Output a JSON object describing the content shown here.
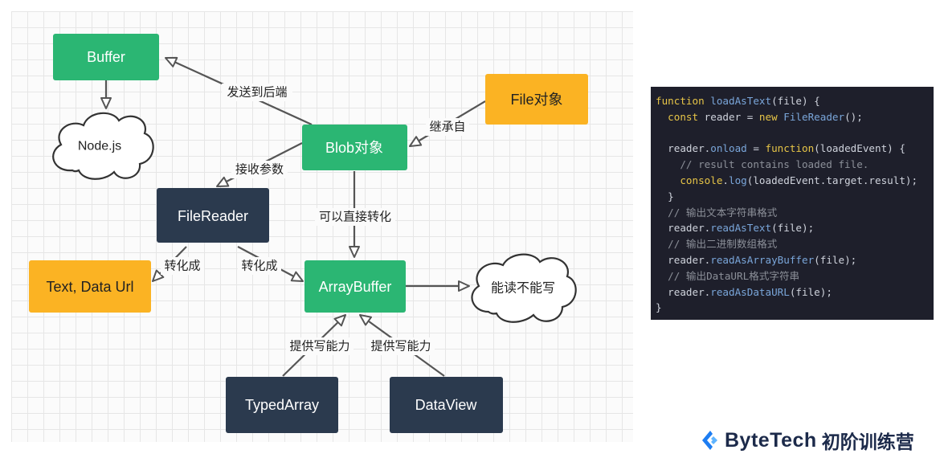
{
  "diagram": {
    "nodes": {
      "buffer": "Buffer",
      "nodejs": "Node.js",
      "file": "File对象",
      "blob": "Blob对象",
      "filereader": "FileReader",
      "text_dataurl": "Text, Data Url",
      "arraybuffer": "ArrayBuffer",
      "readonly": "能读不能写",
      "typedarray": "TypedArray",
      "dataview": "DataView"
    },
    "edges": {
      "blob_to_buffer": "发送到后端",
      "file_to_blob": "继承自",
      "blob_to_filereader": "接收参数",
      "blob_to_arraybuffer": "可以直接转化",
      "filereader_to_text": "转化成",
      "filereader_to_arraybuffer": "转化成",
      "typedarray_to_arraybuffer": "提供写能力",
      "dataview_to_arraybuffer": "提供写能力"
    },
    "colors": {
      "green": "#2bb673",
      "navy": "#2b3a4e",
      "orange": "#fbb323",
      "arrow": "#555555"
    }
  },
  "code": {
    "lines": [
      [
        {
          "t": "kw",
          "v": "function "
        },
        {
          "t": "fn",
          "v": "loadAsText"
        },
        {
          "t": "id",
          "v": "(file) {"
        }
      ],
      [
        {
          "t": "id",
          "v": "  "
        },
        {
          "t": "kw",
          "v": "const "
        },
        {
          "t": "id",
          "v": "reader = "
        },
        {
          "t": "kw",
          "v": "new "
        },
        {
          "t": "fn",
          "v": "FileReader"
        },
        {
          "t": "id",
          "v": "();"
        }
      ],
      [
        {
          "t": "id",
          "v": " "
        }
      ],
      [
        {
          "t": "id",
          "v": "  reader."
        },
        {
          "t": "fn",
          "v": "onload"
        },
        {
          "t": "id",
          "v": " = "
        },
        {
          "t": "kw",
          "v": "function"
        },
        {
          "t": "id",
          "v": "(loadedEvent) {"
        }
      ],
      [
        {
          "t": "cm",
          "v": "    // result contains loaded file."
        }
      ],
      [
        {
          "t": "id",
          "v": "    "
        },
        {
          "t": "kw",
          "v": "console"
        },
        {
          "t": "id",
          "v": "."
        },
        {
          "t": "fn",
          "v": "log"
        },
        {
          "t": "id",
          "v": "(loadedEvent.target.result);"
        }
      ],
      [
        {
          "t": "id",
          "v": "  }"
        }
      ],
      [
        {
          "t": "cm",
          "v": "  // 输出文本字符串格式"
        }
      ],
      [
        {
          "t": "id",
          "v": "  reader."
        },
        {
          "t": "fn",
          "v": "readAsText"
        },
        {
          "t": "id",
          "v": "(file);"
        }
      ],
      [
        {
          "t": "cm",
          "v": "  // 输出二进制数组格式"
        }
      ],
      [
        {
          "t": "id",
          "v": "  reader."
        },
        {
          "t": "fn",
          "v": "readAsArrayBuffer"
        },
        {
          "t": "id",
          "v": "(file);"
        }
      ],
      [
        {
          "t": "cm",
          "v": "  // 输出DataURL格式字符串"
        }
      ],
      [
        {
          "t": "id",
          "v": "  reader."
        },
        {
          "t": "fn",
          "v": "readAsDataURL"
        },
        {
          "t": "id",
          "v": "(file);"
        }
      ],
      [
        {
          "t": "id",
          "v": "}"
        }
      ]
    ]
  },
  "brand": {
    "name": "ByteTech",
    "sub": "初阶训练营",
    "logo_color": "#1d7df2"
  }
}
